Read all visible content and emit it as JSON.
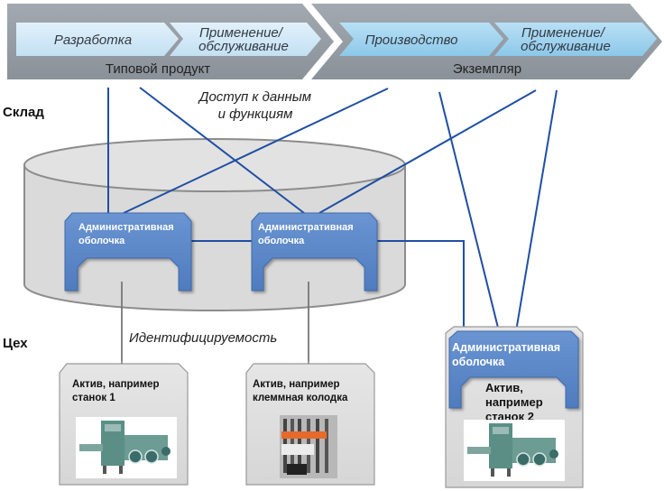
{
  "lifecycle": {
    "type_product": {
      "band_label": "Типовой продукт",
      "phases": [
        {
          "label_lines": [
            "Разработка"
          ]
        },
        {
          "label_lines": [
            "Применение/",
            "обслуживание"
          ]
        }
      ]
    },
    "instance": {
      "band_label": "Экземпляр",
      "phases": [
        {
          "label_lines": [
            "Производство"
          ]
        },
        {
          "label_lines": [
            "Применение/",
            "обслуживание"
          ]
        }
      ]
    }
  },
  "zones": {
    "warehouse": "Склад",
    "shop_floor": "Цех"
  },
  "annotations": {
    "data_access": [
      "Доступ к данным",
      "и функциям"
    ],
    "identifiability": "Идентифицируемость"
  },
  "admin_shells": [
    {
      "label_lines": [
        "Административная",
        "оболочка"
      ]
    },
    {
      "label_lines": [
        "Административная",
        "оболочка"
      ]
    },
    {
      "label_lines": [
        "Административная",
        "оболочка"
      ]
    }
  ],
  "assets": [
    {
      "label_lines": [
        "Актив, например",
        "станок 1"
      ],
      "image": "machine-image"
    },
    {
      "label_lines": [
        "Актив, например",
        "клеммная колодка"
      ],
      "image": "terminal-block-image"
    },
    {
      "label_lines": [
        "Актив,",
        "например",
        "станок 2"
      ],
      "image": "machine-image"
    }
  ],
  "colors": {
    "band": "#8e969f",
    "phase_light": "#cfe6f5",
    "phase_mid": "#9fd2ef",
    "shell": "#5b86c6",
    "connector": "#1f4fa3",
    "cylinder": "#dcdcdc",
    "asset_card": "#dedede"
  }
}
